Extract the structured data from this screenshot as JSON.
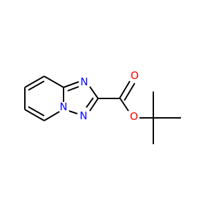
{
  "molecule": {
    "atoms": {
      "n_top": "N",
      "n_bridge": "N",
      "n_bottom": "N",
      "o_carbonyl": "O",
      "o_ester": "O"
    },
    "colors": {
      "nitrogen": "#0000ff",
      "oxygen": "#ff0000",
      "bond": "#000000",
      "background": "#ffffff"
    }
  }
}
